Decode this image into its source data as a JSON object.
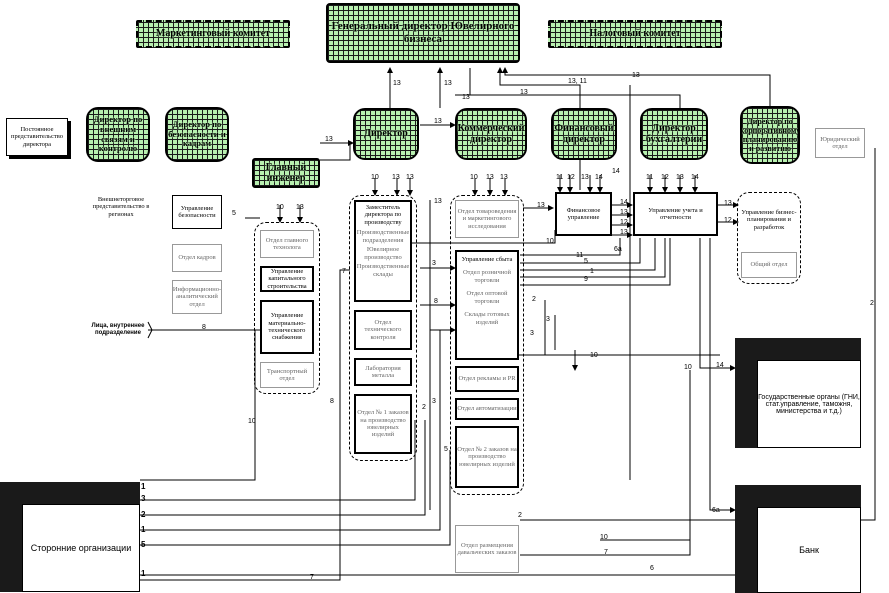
{
  "nodes": {
    "ceo": "Генеральный директор Ювелирного бизнеса",
    "marketing_committee": "Маркетинговый комитет",
    "tax_committee": "Налоговый комитет",
    "dir_external": "Директор по внешним связям и контролю",
    "dir_security": "Директор по безопасности и кадрам",
    "director": "Директор",
    "commercial_director": "Коммерческий директор",
    "finance_director": "Финансовый директор",
    "dir_accounting": "Директор бухгалтерии",
    "dir_corp_planning": "Директор по корпоративному планированию и развитию",
    "chief_engineer": "Главный инженер",
    "permanent_deputy": "Постоянное представительство директора",
    "legal_dept": "Юридический отдел",
    "external_rep": "Внешнеторговое представительство в регионах",
    "security_mgmt": "Управление безопасности",
    "hr_dept": "Отдел кадров",
    "info_analytics": "Информационно-аналитический отдел",
    "chief_technologist": "Отдел главного технолога",
    "construction_mgmt": "Управление капитального строительства",
    "tech_energy_mgmt": "Управление материально-технического снабжения",
    "transport": "Транспортный отдел",
    "deputy_production_title": "Заместитель директора по производству",
    "production_items": [
      "Производственные подразделения",
      "Ювелирное производство",
      "Производственные склады"
    ],
    "tech_control": "Отдел технического контроля",
    "lab": "Лаборатория металла",
    "factory1": "Отдел № 1 заказов на производство ювелирных изделий",
    "commodity_research": "Отдел товароведения и маркетингового исследования",
    "sales_title": "Управление сбыта",
    "sales_items": [
      "Отдел розничной торговли",
      "Отдел оптовой торговли",
      "Склады готовых изделий"
    ],
    "advertising": "Отдел рекламы и PR",
    "automation": "Отдел автоматизации",
    "factory2": "Отдел № 2 заказов на производство ювелирных изделий",
    "finance_mgmt": "Финансовое управление",
    "accounting_mgmt": "Управление учета и отчетности",
    "planning_mgmt": "Управление бизнес-планирования и разработок",
    "general_dept": "Общий отдел",
    "procurement": "Отдел размещения давальческих заказов",
    "state_bodies": "Государственные органы (ГНИ, стат.управление, таможня, министерства и т.д.)",
    "third_parties": "Сторонние организации",
    "bank": "Банк",
    "reports_label": "Лица, внутреннее подразделение"
  },
  "link_labels": {
    "ceo_links": [
      "13",
      "13",
      "13",
      "13, 11",
      "13",
      "13"
    ],
    "director_links": [
      "13",
      "13",
      "13"
    ],
    "top_numbers_director": [
      "10",
      "13",
      "13"
    ],
    "top_numbers_commercial": [
      "10",
      "13",
      "13"
    ],
    "top_numbers_finance": [
      "11",
      "12",
      "13",
      "14"
    ],
    "top_numbers_accounting": [
      "11",
      "12",
      "13",
      "14"
    ],
    "chief_engineer_links": [
      "10",
      "13"
    ],
    "finance_side": [
      "13",
      "14",
      "13",
      "12",
      "13",
      "14",
      "13",
      "12"
    ],
    "mid_numbers": [
      "10",
      "6а",
      "5",
      "11",
      "1",
      "9",
      "7",
      "3",
      "8",
      "2",
      "3",
      "3",
      "5",
      "2",
      "3",
      "10",
      "2",
      "8",
      "10",
      "14",
      "6а",
      "10",
      "7",
      "6",
      "7",
      "5",
      "2"
    ],
    "left_numbers": [
      "1",
      "3",
      "2",
      "1",
      "5",
      "1",
      "5",
      "8",
      "7",
      "10",
      "1"
    ]
  }
}
